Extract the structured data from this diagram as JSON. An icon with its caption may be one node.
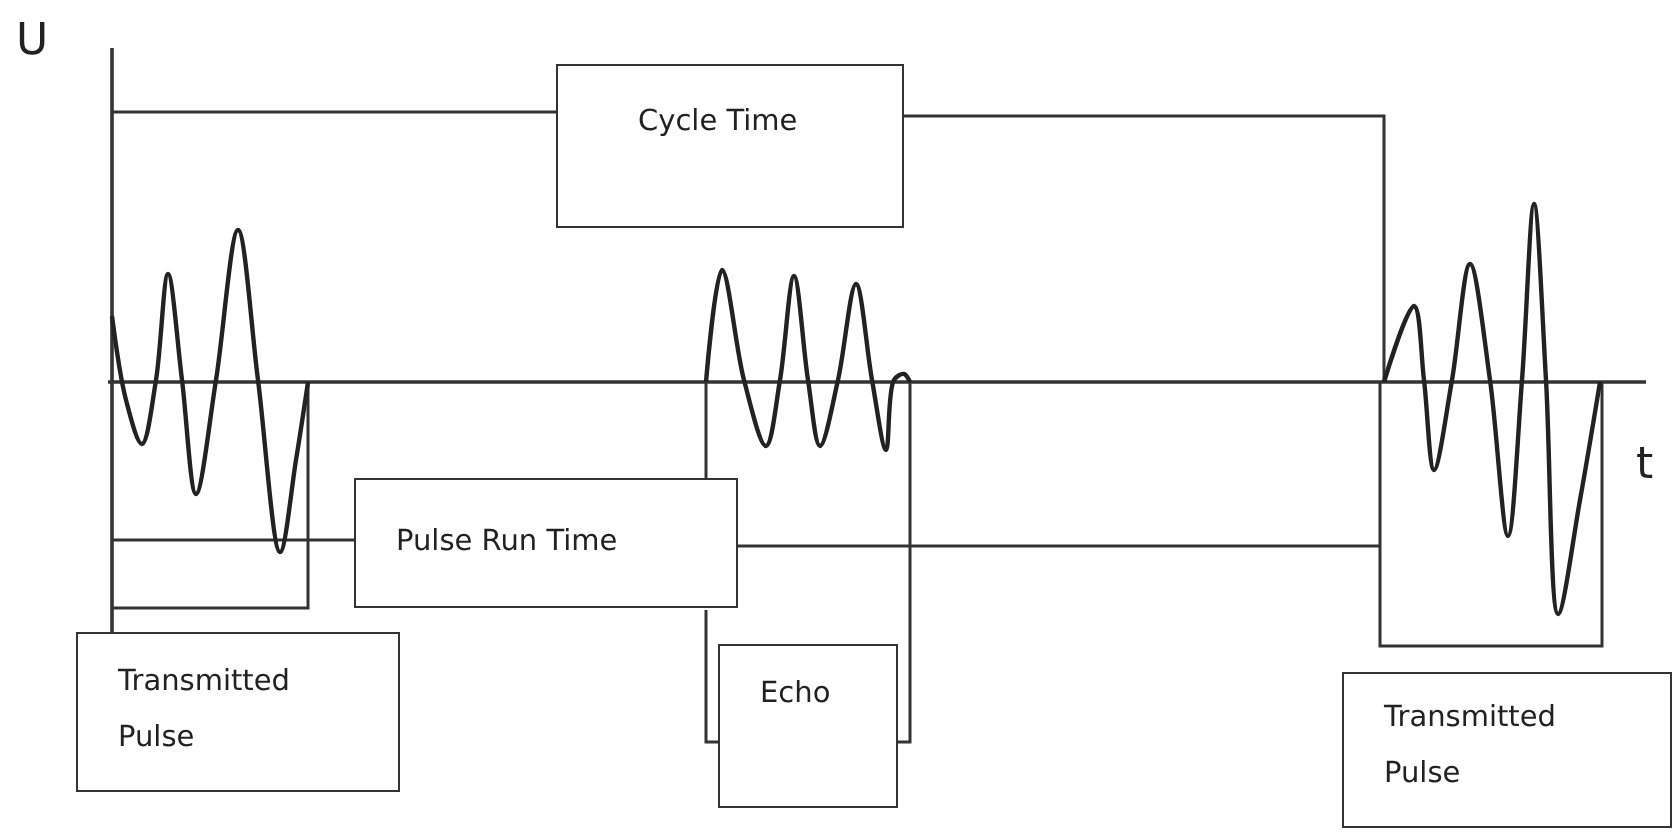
{
  "diagram": {
    "nodes": [
      {
        "text": [
          "Cycle Time"
        ]
      },
      {
        "text": [
          "Pulse Run Time"
        ]
      },
      {
        "text": [
          "Transmitted Pulse"
        ]
      },
      {
        "text": [
          "Echo"
        ]
      },
      {
        "text": [
          "Transmitted Pulse"
        ]
      }
    ],
    "labels": [
      "U",
      "t"
    ]
  }
}
